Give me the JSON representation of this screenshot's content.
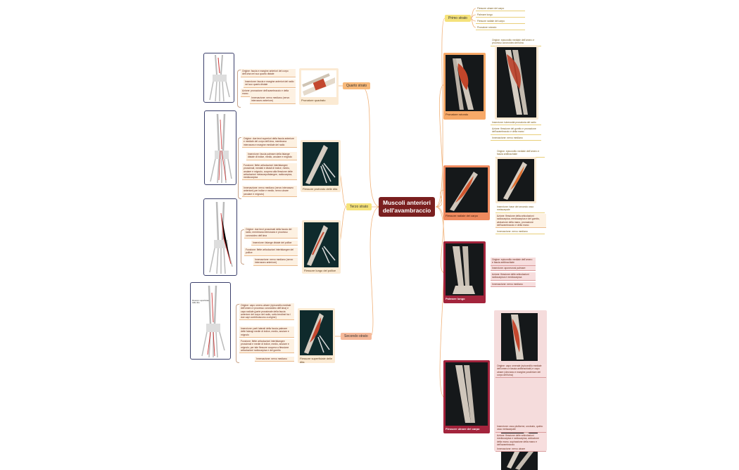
{
  "central": {
    "title": "Muscoli anteriori dell'avambraccio"
  },
  "right": {
    "primo_strato": {
      "label": "Primo strato",
      "items": [
        "Flessore ulnare del carpo",
        "Palmare lungo",
        "Flessore radiale del carpo",
        "Pronatore rotondo"
      ]
    },
    "pronatore_rotondo": {
      "label": "Pronatore rotondo",
      "origin": "Origine: epicondilo mediale dell'omero e processo coronoideo dell'ulna",
      "notes": [
        "Inserzione: tuberosità pronatoria del radio",
        "Azione: flessione del gomito e pronazione dell'avambraccio e della mano",
        "Innervazione: nervo mediano"
      ]
    },
    "flessore_radiale": {
      "label": "Flessore radiale del carpo",
      "origin": "Origine: epicondilo mediale dell'omero e fascia antibrachiale",
      "notes": [
        "Inserzione: base dei secondo osso metacarpale",
        "Azione: flessione della articolazioni radiocarpica, mediocarpica e del gomito, abduzione della mano, pronazione dell'avambraccio e della mano",
        "Innervazione: nervo mediano"
      ]
    },
    "palmare_lungo": {
      "label": "Palmare lungo",
      "notes": [
        "Origine: epicondilo mediale dell'omero e fascia antibrachiale",
        "Inserzione: aponeurosi palmare",
        "Azione: flessione delle articolazioni radiocarpica e mediocarpica",
        "Innervazione: nervo mediano"
      ]
    },
    "flessore_ulnare": {
      "label": "Flessore ulnare del carpo",
      "origin": "Origine: capo omerale (epicondilo mediale dell'omero e fascia antibrachiale) e capo ulnare (olecrano e margine posteriore del corpo dell'ulna)",
      "notes": [
        "Inserzione: osso pisiforme, uncinato, quinto osso metacarpale",
        "Azione: flessione delle articolazioni mediocarpica e radiocarpica, adduzione della mano, supinazione della mano e dell'avambraccio",
        "Innervazione: nervo ulnare"
      ]
    }
  },
  "left": {
    "quarto_strato": {
      "label": "Quarto strato",
      "card_label": "Pronatore quadrato",
      "notes": [
        "Origine: faccia e margine anteriori del corpo dell'ulna nel suo quarto distale",
        "Inserzione: faccia e margine anteriori del radio nel suo quarto distale",
        "Azione: pronazione dell'avambraccio e della mano",
        "Innervazione: nervo mediano (nervo interosseo anteriore)"
      ]
    },
    "terzo_strato": {
      "label": "Terzo strato",
      "profondo": {
        "card_label": "Flessore profondo delle dita",
        "notes": [
          "Origine: due terzi superiori della faccia anteriore e mediale del corpo dell'ulna, membrana interossea e margine mediale del radio",
          "Inserzione: faccia palmare della falange distale di indice, medio, anulare e mignolo",
          "Funzione: flette articolazioni interfalangee prossimali, mediali e distali di indice, medio, anulare e mignolo, coopera alla flessione delle articolazioni metacarpofalangee, radiocarpica, mediocarpica",
          "Innervazione: nervo mediano (nervo interosseo anteriore) per indice e medio; nervo ulnare (anulare e mignolo)"
        ]
      },
      "pollice": {
        "card_label": "Flessore lungo del pollice",
        "notes": [
          "Origine: due terzi prossimali della faccia del radio, membrana interossea e processo coronoideo dell'ulna",
          "Inserzione: falange distale del pollice",
          "Funzione: flette articolazioni interfalangee del pollice",
          "Innervazione: nervo mediano (nervo interosseo anteriore)"
        ]
      }
    },
    "secondo_strato": {
      "label": "Secondo strato",
      "card_label": "Flessore superficiale delle dita",
      "ref_text": "Flessore superficiale delle dita",
      "notes": [
        "Origine: capo omero-ulnare (epicondilo mediale dell'omero e processo coronoideo dell'ulna) e capo radiale (parte prossimale della faccia anteriore del corpo del radio, sotto tendinei tra i due capi contribuiscono a origine)",
        "Inserzione: parti laterali della faccia palmare delle falangi medie di indice, medio, anulare e mignolo",
        "Funzione: flette articolazioni interfalangee prossimali e medie di indice, medio, anulare e mignolo; per tale flessore coopera a flessione articolazioni radiocarpica e del gomito",
        "Innervazione: nervo mediano"
      ]
    }
  },
  "colors": {
    "central": "#7a1f1f",
    "link": "#f0b27a",
    "red_card": "#a3243c"
  }
}
